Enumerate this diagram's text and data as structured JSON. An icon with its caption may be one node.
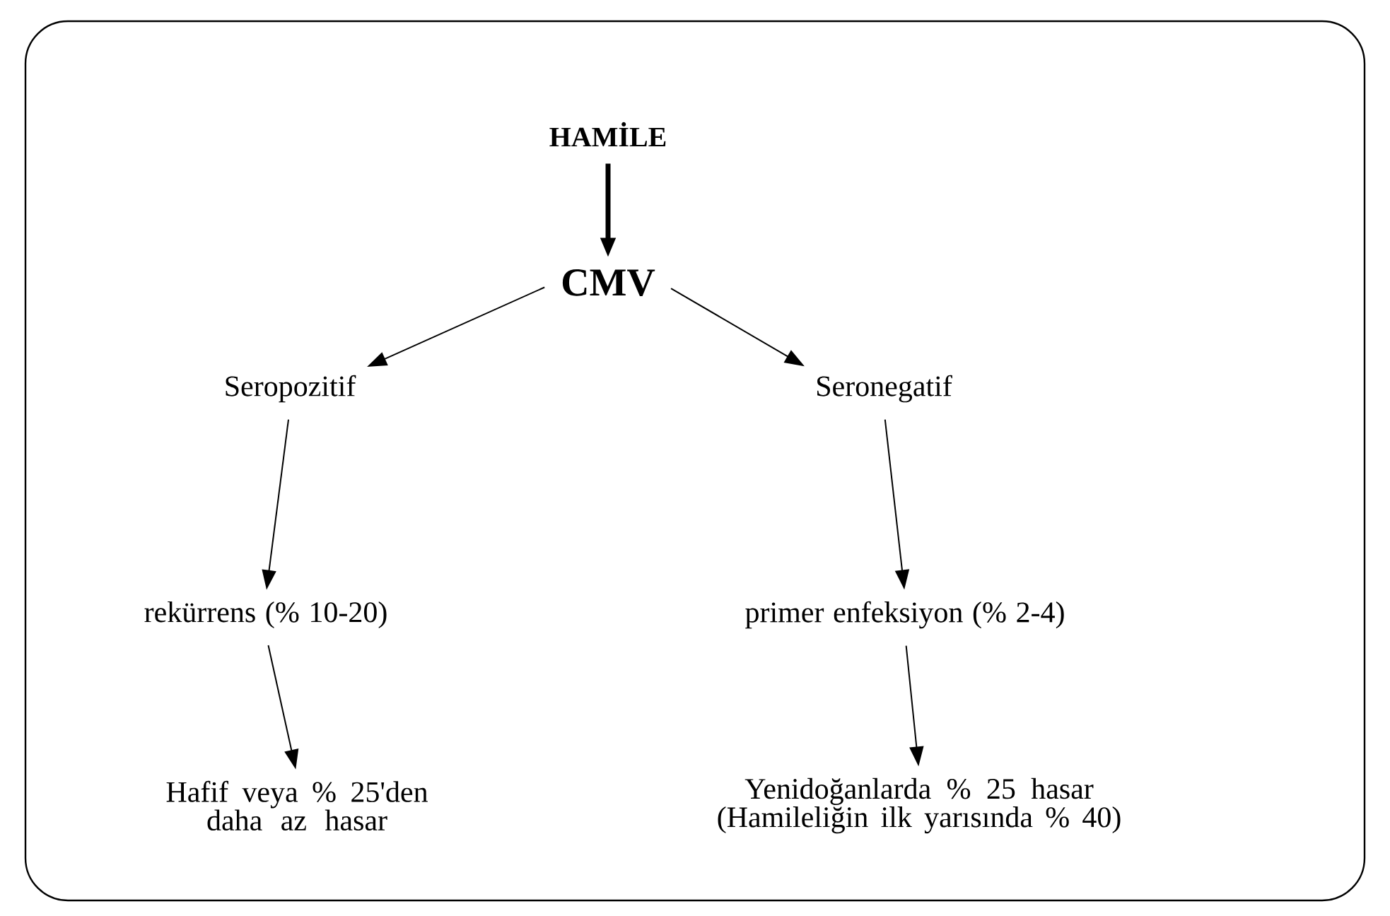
{
  "diagram": {
    "nodes": [
      {
        "text": [
          "HAMİLE"
        ]
      },
      {
        "text": [
          "CMV"
        ]
      },
      {
        "text": [
          "Seropozitif"
        ]
      },
      {
        "text": [
          "Seronegatif"
        ]
      },
      {
        "text": [
          "rekürrens (% 10-20)"
        ]
      },
      {
        "text": [
          "primer enfeksiyon (% 2-4)"
        ]
      },
      {
        "text": [
          "Hafif veya % 25'den daha az hasar"
        ]
      },
      {
        "text": [
          "Yenidoğanlarda % 25 hasar (Hamileliğin ilk yarısında % 40)"
        ]
      }
    ],
    "edges": [
      {
        "from": 0,
        "to": 1,
        "arrow": "to",
        "style": "thick"
      },
      {
        "from": 1,
        "to": 2,
        "arrow": "to"
      },
      {
        "from": 1,
        "to": 3,
        "arrow": "to"
      },
      {
        "from": 2,
        "to": 4,
        "arrow": "to"
      },
      {
        "from": 3,
        "to": 5,
        "arrow": "to"
      },
      {
        "from": 4,
        "to": 6,
        "arrow": "to"
      },
      {
        "from": 5,
        "to": 7,
        "arrow": "to"
      }
    ]
  }
}
